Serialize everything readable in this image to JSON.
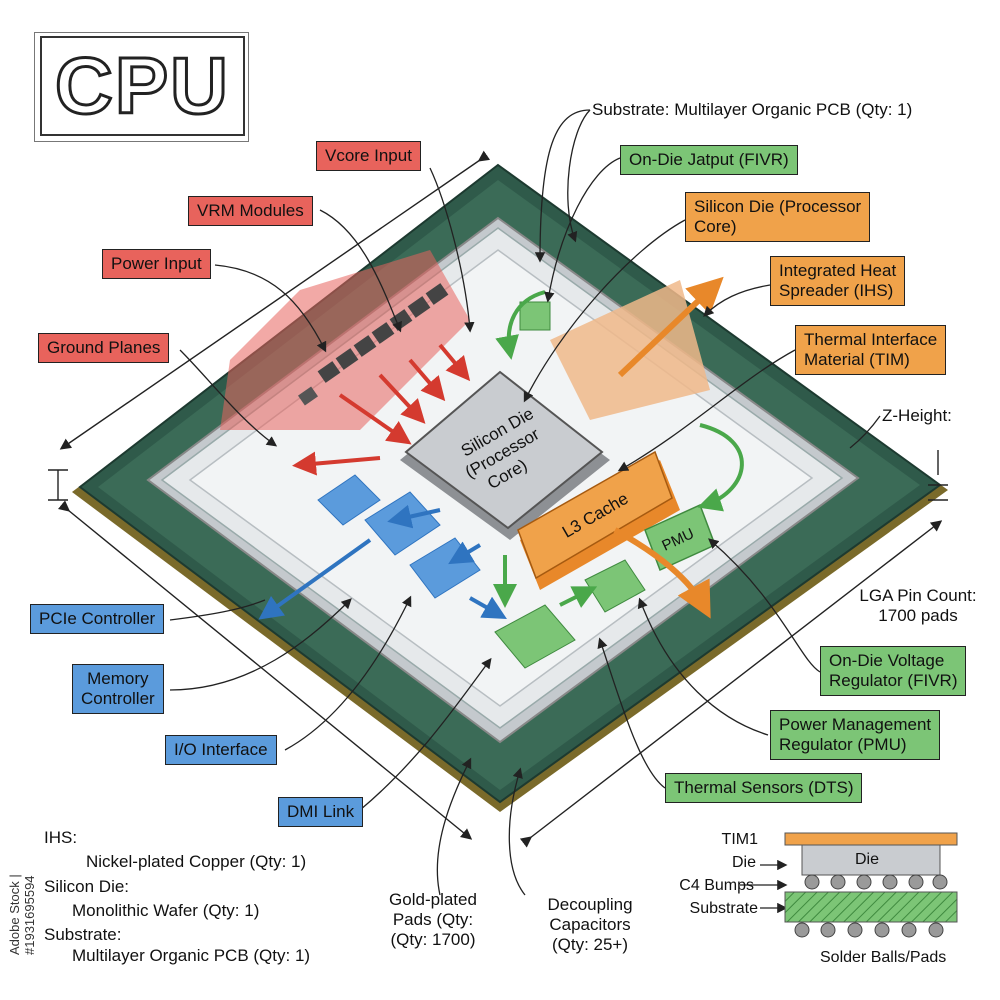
{
  "title": "CPU",
  "side_stamp": "Adobe Stock | #1931695594",
  "labels": {
    "substrate_top": "Substrate: Multilayer Organic PCB (Qty: 1)",
    "vcore_input": "Vcore Input",
    "vrm_modules": "VRM Modules",
    "power_input": "Power Input",
    "ground_planes": "Ground Planes",
    "on_die_jatput": "On-Die Jatput (FIVR)",
    "silicon_die_line1": "Silicon Die (Processor",
    "silicon_die_line2": "Core)",
    "ihs_line1": "Integrated Heat",
    "ihs_line2": "Spreader (IHS)",
    "tim_line1": "Thermal Interface",
    "tim_line2": "Material (TIM)",
    "z_height": "Z-Height:",
    "lga_line1": "LGA Pin Count:",
    "lga_line2": "1700 pads",
    "fivr_line1": "On-Die Voltage",
    "fivr_line2": "Regulator (FIVR)",
    "pmu_line1": "Power Management",
    "pmu_line2": "Regulator (PMU)",
    "thermal_sensors": "Thermal Sensors (DTS)",
    "pcie": "PCIe Controller",
    "memory_line1": "Memory",
    "memory_line2": "Controller",
    "io": "I/O Interface",
    "dmi": "DMI Link",
    "gold_line1": "Gold-plated",
    "gold_line2": "Pads (Qty:",
    "gold_line3": "(Qty: 1700)",
    "decoupling_line1": "Decoupling",
    "decoupling_line2": "Capacitors",
    "decoupling_line3": "(Qty: 25+)"
  },
  "chip": {
    "die_line1": "Silicon Die",
    "die_line2": "(Processor",
    "die_line3": "Core)",
    "l3": "L3 Cache",
    "pmu": "PMU"
  },
  "legend": {
    "ihs_title": "IHS:",
    "ihs_value": "Nickel-plated Copper (Qty: 1)",
    "die_title": "Silicon Die:",
    "die_value": "Monolithic Wafer (Qty: 1)",
    "substrate_title": "Substrate:",
    "substrate_value": "Multilayer Organic PCB (Qty: 1)"
  },
  "stack": {
    "tim1": "TIM1",
    "die": "Die",
    "die_block": "Die",
    "c4": "C4 Bumps",
    "substrate": "Substrate",
    "solder": "Solder Balls/Pads"
  },
  "colors": {
    "power": "#e8635c",
    "thermal": "#f0a24a",
    "regulator": "#7cc576",
    "io": "#5b9bdc",
    "pcb": "#2f5a4a",
    "ihs": "#d9dde0"
  }
}
